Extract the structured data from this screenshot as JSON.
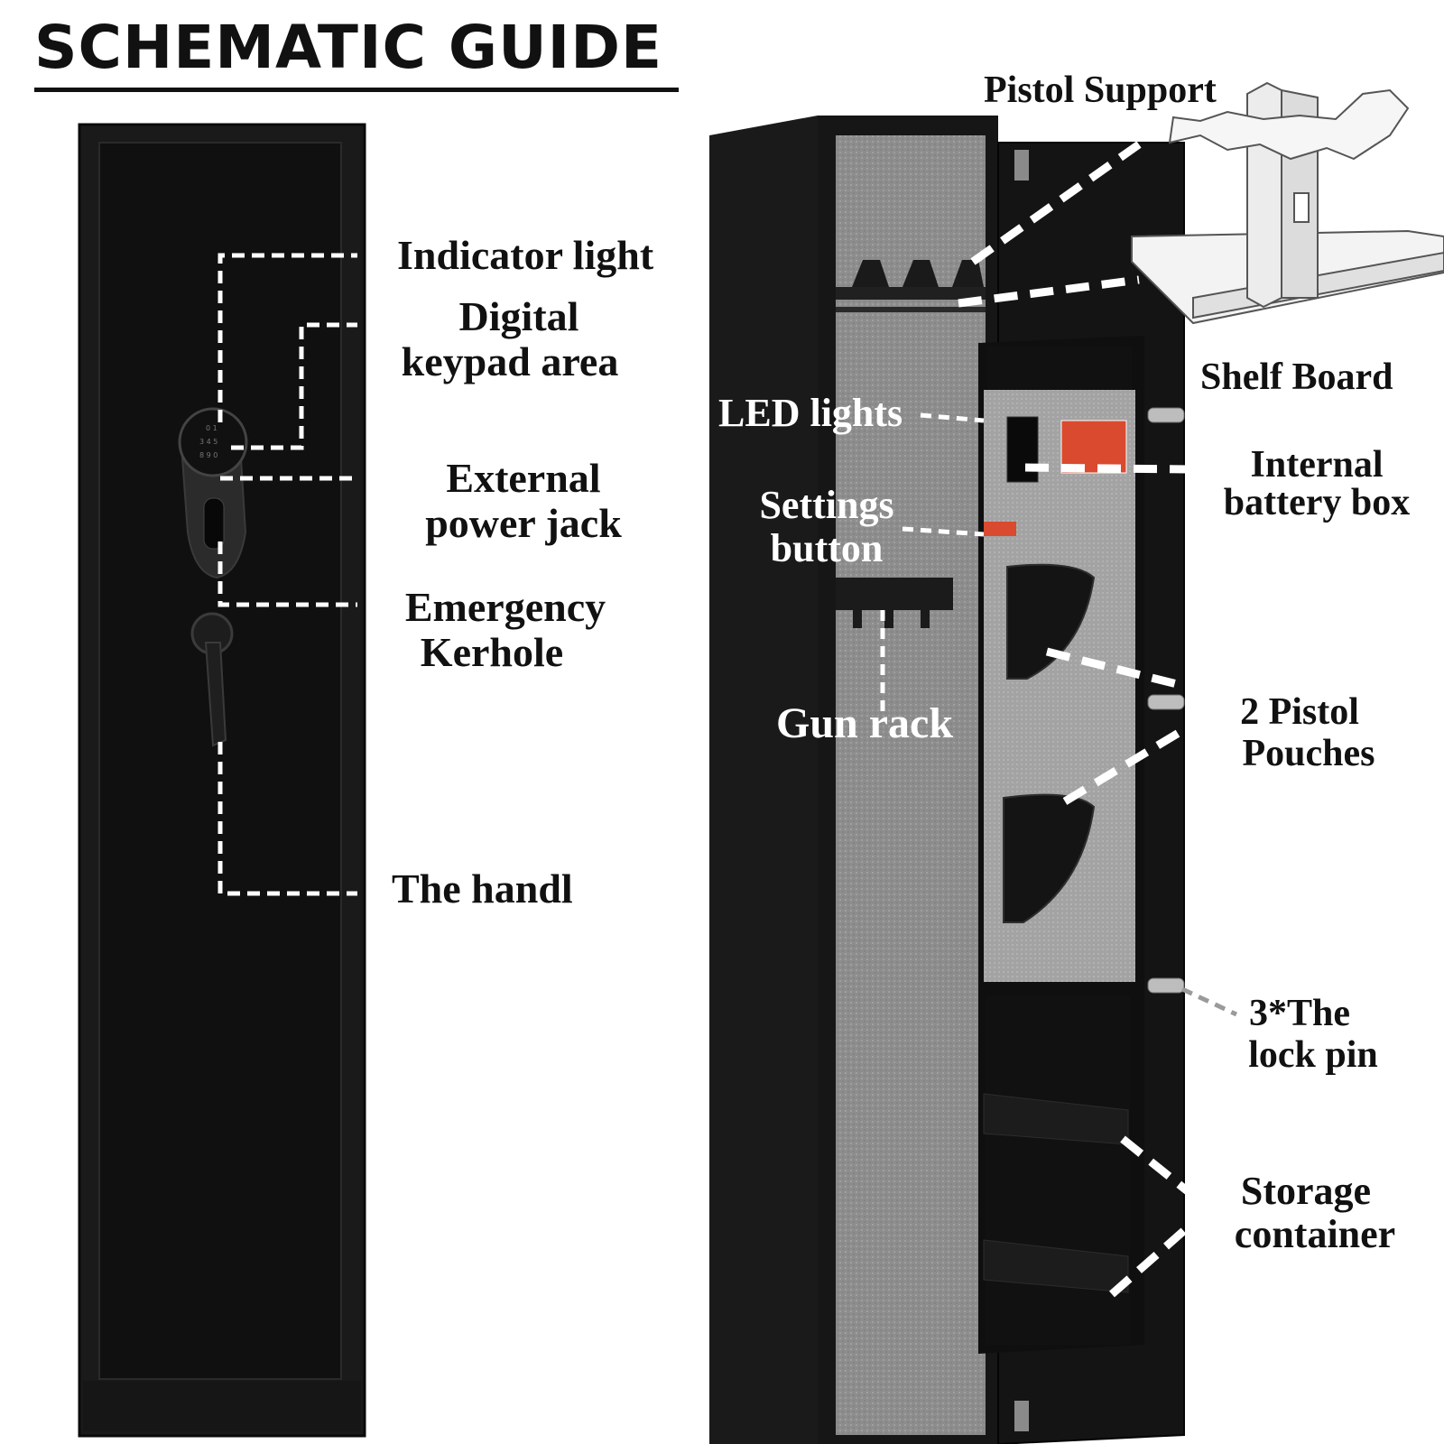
{
  "title": "SCHEMATIC GUIDE",
  "colors": {
    "safe_body": "#151515",
    "safe_panel": "#0c0c0c",
    "felt": "#8f8f8f",
    "felt_light": "#a7a7a7",
    "callout_line": "#ffffff",
    "label_text": "#111111"
  },
  "left_labels": {
    "indicator_light": "Indicator light",
    "digital_keypad_1": "Digital",
    "digital_keypad_2": "keypad area",
    "external_power_1": "External",
    "external_power_2": "power jack",
    "emergency_1": "Emergency",
    "emergency_2": "Kerhole",
    "handle": "The handl"
  },
  "right_labels": {
    "pistol_support": "Pistol Support",
    "shelf_board": "Shelf Board",
    "led_lights": "LED lights",
    "internal_battery_1": "Internal",
    "internal_battery_2": "battery box",
    "settings_1": "Settings",
    "settings_2": "button",
    "gun_rack": "Gun rack",
    "pistol_pouches_1": "2 Pistol",
    "pistol_pouches_2": "Pouches",
    "lock_pin_1": "3*The",
    "lock_pin_2": "lock pin",
    "storage_1": "Storage",
    "storage_2": "container"
  }
}
